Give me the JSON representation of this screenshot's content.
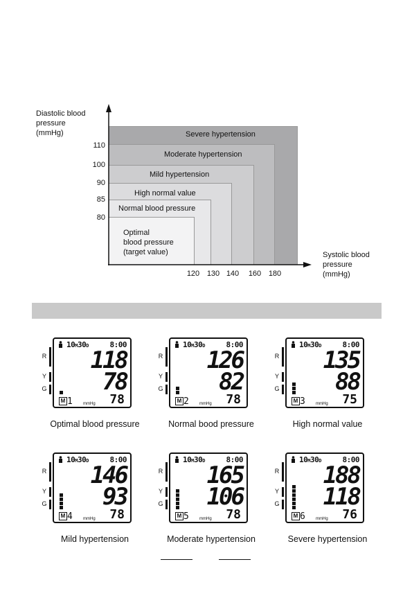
{
  "chart": {
    "y_axis_label": [
      "Diastolic blood",
      "pressure",
      "(mmHg)"
    ],
    "x_axis_label": [
      "Systolic blood",
      "pressure",
      "(mmHg)"
    ],
    "y_ticks": [
      "110",
      "100",
      "90",
      "85",
      "80"
    ],
    "x_ticks": [
      "120",
      "130",
      "140",
      "160",
      "180"
    ],
    "zones": [
      {
        "label": "Severe hypertension",
        "color": "#a9a9ab"
      },
      {
        "label": "Moderate hypertension",
        "color": "#bdbdbf"
      },
      {
        "label": "Mild hypertension",
        "color": "#cdcdcf"
      },
      {
        "label": "High normal value",
        "color": "#dcdcde"
      },
      {
        "label": "Normal blood pressure",
        "color": "#e8e8ea"
      },
      {
        "label": "Optimal\nblood pressure\n(target value)",
        "color": "#f3f3f4"
      }
    ]
  },
  "monitors": [
    {
      "caption": "Optimal blood pressure",
      "date_month": "10",
      "date_day": "30",
      "time": "8:00",
      "systolic": "118",
      "diastolic": "78",
      "pulse": "78",
      "memory": "1",
      "bars": 1
    },
    {
      "caption": "Normal bood pressure",
      "date_month": "10",
      "date_day": "30",
      "time": "8:00",
      "systolic": "126",
      "diastolic": "82",
      "pulse": "78",
      "memory": "2",
      "bars": 2
    },
    {
      "caption": "High normal value",
      "date_month": "10",
      "date_day": "30",
      "time": "8:00",
      "systolic": "135",
      "diastolic": "88",
      "pulse": "75",
      "memory": "3",
      "bars": 3
    },
    {
      "caption": "Mild hypertension",
      "date_month": "10",
      "date_day": "30",
      "time": "8:00",
      "systolic": "146",
      "diastolic": "93",
      "pulse": "78",
      "memory": "4",
      "bars": 4
    },
    {
      "caption": "Moderate hypertension",
      "date_month": "10",
      "date_day": "30",
      "time": "8:00",
      "systolic": "165",
      "diastolic": "106",
      "pulse": "78",
      "memory": "5",
      "bars": 5
    },
    {
      "caption": "Severe hypertension",
      "date_month": "10",
      "date_day": "30",
      "time": "8:00",
      "systolic": "188",
      "diastolic": "118",
      "pulse": "76",
      "memory": "6",
      "bars": 6
    }
  ],
  "lcd_labels": {
    "month_suffix": "M",
    "day_suffix": "D",
    "unit": "mmHg",
    "memory_icon": "M",
    "rail_letters": [
      "R",
      "Y",
      "G"
    ]
  }
}
